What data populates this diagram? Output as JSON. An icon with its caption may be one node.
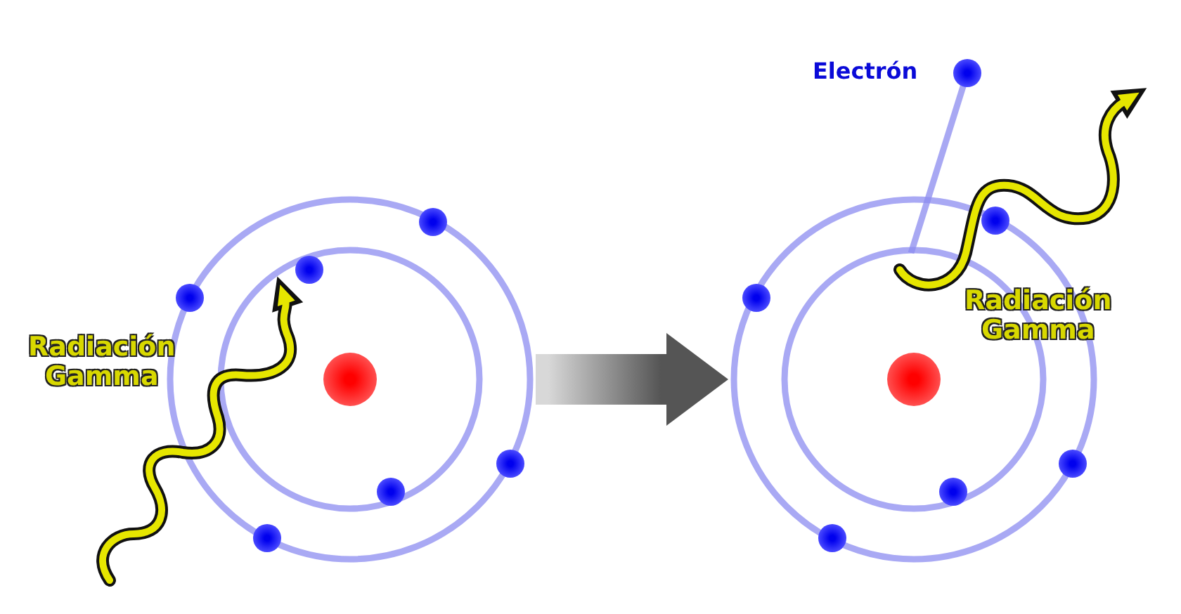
{
  "diagram": {
    "nodes": [
      {
        "text": [],
        "shape": "picture"
      },
      {
        "text": [],
        "shape": "picture"
      }
    ],
    "edges": [
      {
        "from": 0,
        "to": 1,
        "arrow": "to",
        "style": "thick",
        "color": "#555555"
      }
    ],
    "labels": [
      "Radiación Gamma",
      "Electrón",
      "Radiación Gamma"
    ]
  }
}
